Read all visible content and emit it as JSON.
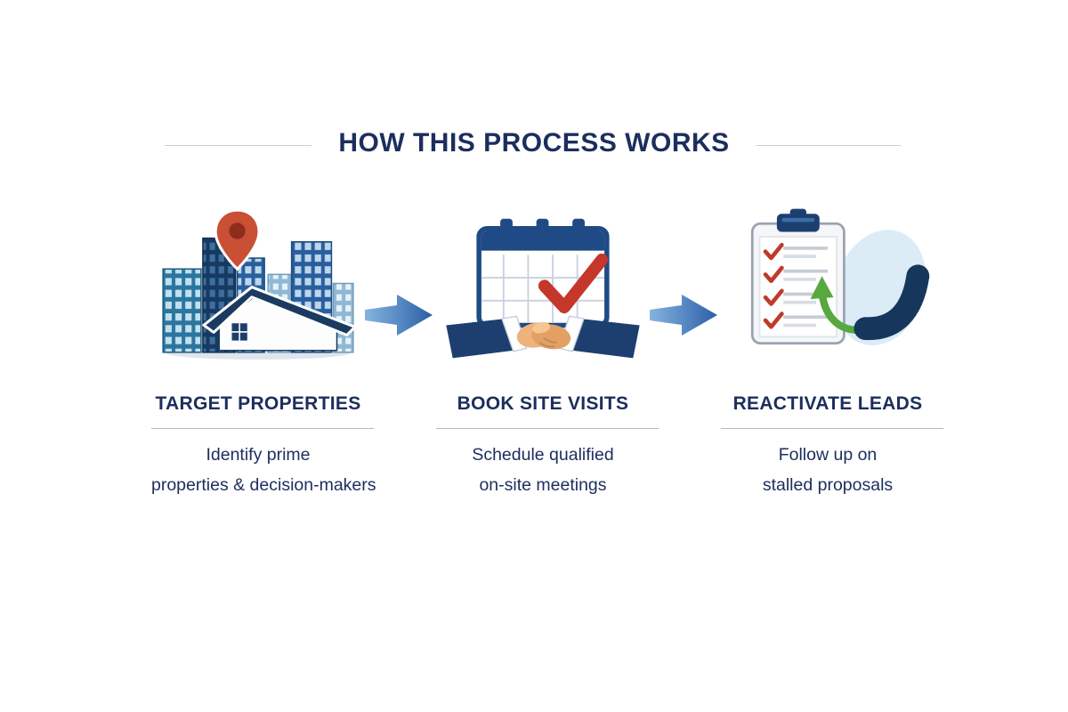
{
  "title": "HOW THIS PROCESS WORKS",
  "steps": [
    {
      "title": "TARGET PROPERTIES",
      "description_line1": "Identify prime",
      "description_line2": "properties & decision-makers",
      "icon": "buildings-location-pin-icon"
    },
    {
      "title": "BOOK SITE VISITS",
      "description_line1": "Schedule qualified",
      "description_line2": "on-site meetings",
      "icon": "calendar-handshake-icon"
    },
    {
      "title": "REACTIVATE LEADS",
      "description_line1": "Follow up on",
      "description_line2": "stalled proposals",
      "icon": "clipboard-phone-callback-icon"
    }
  ],
  "colors": {
    "heading_navy": "#1c2e5e",
    "icon_navy": "#1d3f70",
    "arrow_blue": "#2b5fa7",
    "accent_red": "#c5362b",
    "accent_green": "#57a83e",
    "divider_gray": "#c8cfd9",
    "pin_red": "#c94f35"
  }
}
